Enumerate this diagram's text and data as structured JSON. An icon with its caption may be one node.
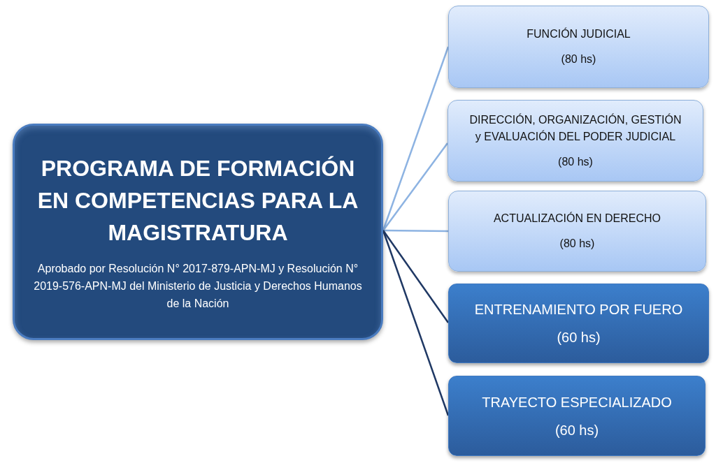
{
  "diagram": {
    "nodes": [
      {
        "text": [
          "PROGRAMA DE FORMACIÓN EN COMPETENCIAS PARA LA MAGISTRATURA",
          "Aprobado por Resolución N° 2017-879-APN-MJ y Resolución N° 2019-576-APN-MJ del Ministerio de Justicia y Derechos Humanos de la Nación"
        ]
      },
      {
        "text": [
          "FUNCIÓN JUDICIAL",
          "(80 hs)"
        ]
      },
      {
        "text": [
          "DIRECCIÓN, ORGANIZACIÓN, GESTIÓN y EVALUACIÓN DEL PODER JUDICIAL",
          "(80 hs)"
        ]
      },
      {
        "text": [
          "ACTUALIZACIÓN EN DERECHO",
          "(80 hs)"
        ]
      },
      {
        "text": [
          "ENTRENAMIENTO POR FUERO",
          "(60 hs)"
        ]
      },
      {
        "text": [
          "TRAYECTO ESPECIALIZADO",
          "(60 hs)"
        ]
      }
    ],
    "edges": [
      {
        "from": 0,
        "to": 1,
        "arrow": "none"
      },
      {
        "from": 0,
        "to": 2,
        "arrow": "none"
      },
      {
        "from": 0,
        "to": 3,
        "arrow": "none"
      },
      {
        "from": 0,
        "to": 4,
        "arrow": "none",
        "color": "#1f3864"
      },
      {
        "from": 0,
        "to": 5,
        "arrow": "none",
        "color": "#1f3864"
      }
    ]
  }
}
